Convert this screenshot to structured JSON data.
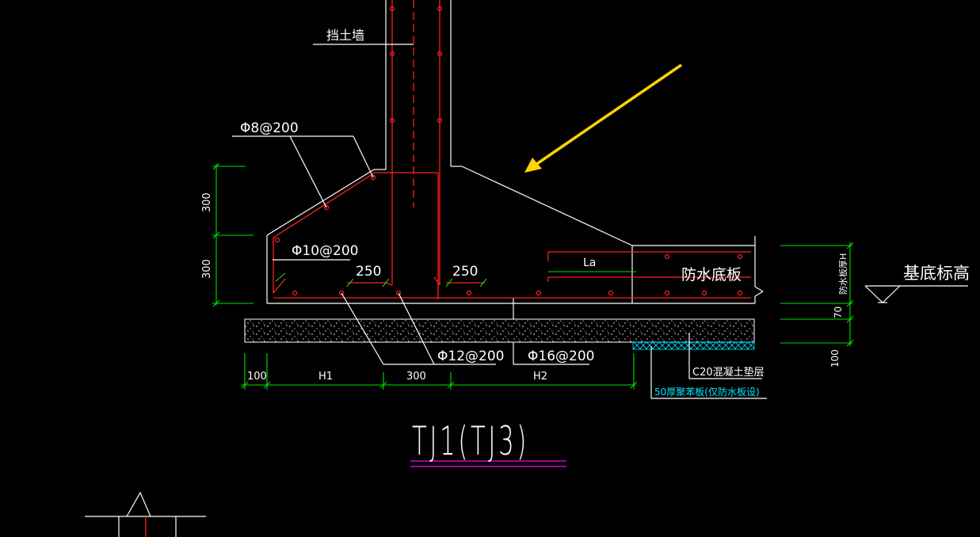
{
  "drawing": {
    "title": "TJ1(TJ3)",
    "labels": {
      "retaining_wall": "挡土墙",
      "stirrup_top": "Φ8@200",
      "bar_mid": "Φ10@200",
      "bar_bottom_left": "Φ12@200",
      "bar_bottom_right": "Φ16@200",
      "bend_left": "250",
      "bend_right": "250",
      "anchor": "La",
      "waterproof_slab": "防水底板",
      "slab_thickness": "防水板厚H",
      "base_elevation": "基底标高",
      "cushion": "C20混凝土垫层",
      "protect_board": "50厚聚苯板(仅防水板设)"
    },
    "dimensions": {
      "left_upper": "300",
      "left_lower": "300",
      "right_mid": "70",
      "right_bottom": "100",
      "bottom_1": "100",
      "bottom_2": "H1",
      "bottom_3": "300",
      "bottom_4": "H2"
    },
    "colors": {
      "background": "#000000",
      "outline": "#ffffff",
      "rebar": "#ff2020",
      "dimension": "#00e000",
      "note_cyan": "#00e5ff",
      "title_underline": "#ff00ff",
      "arrow": "#ffd400"
    }
  }
}
